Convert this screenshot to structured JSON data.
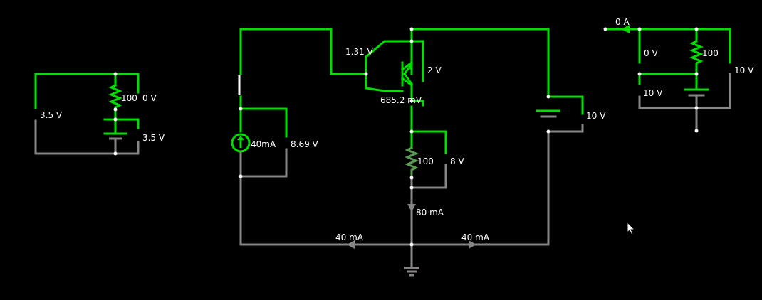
{
  "colors": {
    "background": "#000000",
    "wire_live": "#00dd00",
    "wire_ground": "#8a8585",
    "wire_mid": "#5a9a55",
    "text": "#ffffff"
  },
  "circuit1": {
    "v_left": "3.5 V",
    "resistor": "100",
    "v_resistor": "0 V",
    "v_battery": "3.5 V"
  },
  "circuit2": {
    "v_base_node": "1.31 V",
    "v_collector": "2 V",
    "v_be": "685.2 mV",
    "current_source": "40mA",
    "v_current_source": "8.69 V",
    "resistor": "100",
    "v_resistor": "8 V",
    "i_resistor": "80 mA",
    "i_left": "40 mA",
    "i_right": "40 mA",
    "v_battery": "10 V"
  },
  "circuit3": {
    "i_terminal": "0 A",
    "v_probe1": "0 V",
    "resistor": "100",
    "v_right": "10 V",
    "v_probe2": "10 V"
  },
  "cursor": "mouse-pointer-icon"
}
